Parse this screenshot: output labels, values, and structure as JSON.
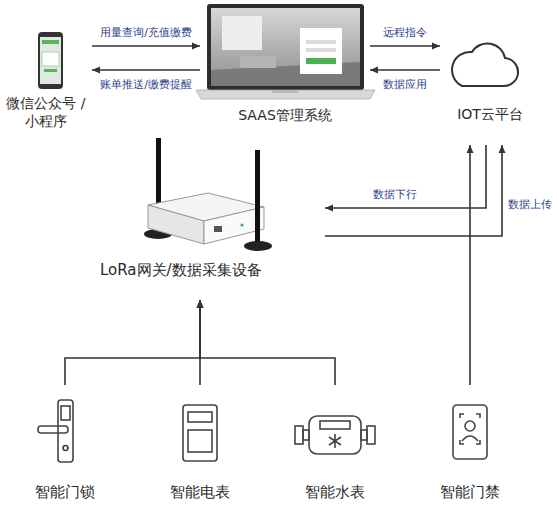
{
  "diagram": {
    "nodes": [
      {
        "text": [
          "微信公众号 /小程序"
        ]
      },
      {
        "text": [
          "SAAS管理系统"
        ]
      },
      {
        "text": [
          "IOT云平台"
        ]
      },
      {
        "text": [
          "LoRa网关/数据采集设备"
        ]
      },
      {
        "text": [
          "智能门锁"
        ]
      },
      {
        "text": [
          "智能电表"
        ]
      },
      {
        "text": [
          "智能水表"
        ]
      },
      {
        "text": [
          "智能门禁"
        ]
      }
    ],
    "edges": [
      {
        "from": 0,
        "to": 1,
        "label": "用量查询/充值缴费",
        "arrow": "to"
      },
      {
        "from": 1,
        "to": 0,
        "label": "账单推送/缴费提醒",
        "arrow": "to"
      },
      {
        "from": 1,
        "to": 2,
        "label": "远程指令",
        "arrow": "to"
      },
      {
        "from": 2,
        "to": 1,
        "label": "数据应用",
        "arrow": "to"
      },
      {
        "from": 2,
        "to": 3,
        "label": "数据下行",
        "arrow": "to"
      },
      {
        "from": 3,
        "to": 2,
        "label": "数据上传",
        "arrow": "to"
      },
      {
        "from": 4,
        "to": 3,
        "arrow": "to"
      },
      {
        "from": 5,
        "to": 3,
        "arrow": "to"
      },
      {
        "from": 6,
        "to": 3,
        "arrow": "to"
      },
      {
        "from": 7,
        "to": 2,
        "arrow": "to"
      }
    ]
  }
}
